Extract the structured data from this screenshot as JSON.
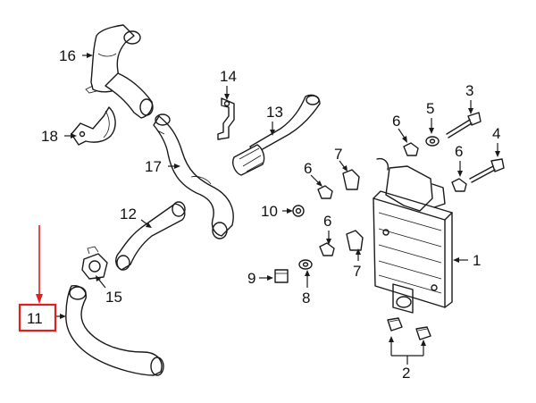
{
  "callouts": {
    "p1": "1",
    "p2": "2",
    "p3": "3",
    "p4": "4",
    "p5": "5",
    "p6a": "6",
    "p6b": "6",
    "p6c": "6",
    "p6d": "6",
    "p7a": "7",
    "p7b": "7",
    "p8": "8",
    "p9": "9",
    "p10": "10",
    "p11": "11",
    "p12": "12",
    "p13": "13",
    "p14": "14",
    "p15": "15",
    "p16": "16",
    "p17": "17",
    "p18": "18"
  },
  "highlight": {
    "target": "11",
    "color": "#e0201c"
  }
}
